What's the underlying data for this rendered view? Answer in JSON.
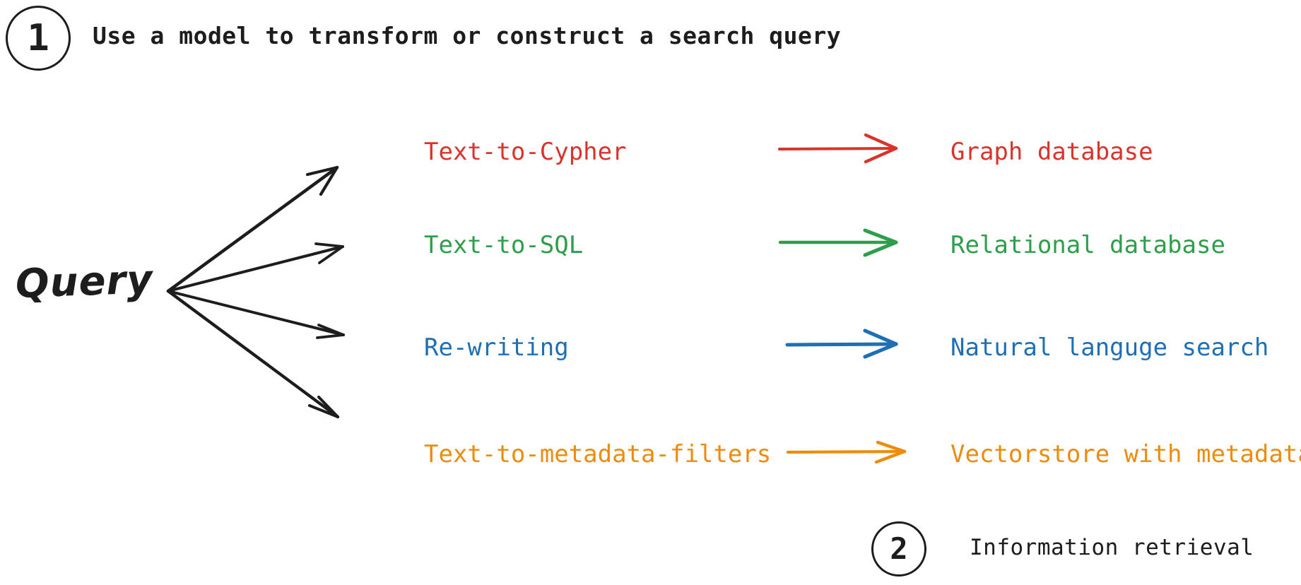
{
  "steps": [
    {
      "number": "1",
      "caption": "Use a model to transform or construct a search query"
    },
    {
      "number": "2",
      "caption": "Information retrieval"
    }
  ],
  "source": {
    "label": "Query"
  },
  "colors": {
    "ink": "#1d1d1d",
    "red": "#d9342b",
    "green": "#2e9e4a",
    "blue": "#1f6fb5",
    "orange": "#ed8b0b"
  },
  "rows": [
    {
      "method": "Text-to-Cypher",
      "target": "Graph database",
      "color": "#d9342b",
      "arrow_icon": "arrow-right-icon"
    },
    {
      "method": "Text-to-SQL",
      "target": "Relational database",
      "color": "#2e9e4a",
      "arrow_icon": "arrow-right-icon"
    },
    {
      "method": "Re-writing",
      "target": "Natural languge search",
      "color": "#1f6fb5",
      "arrow_icon": "arrow-right-icon"
    },
    {
      "method": "Text-to-metadata-filters",
      "target": "Vectorstore with metadata",
      "color": "#ed8b0b",
      "arrow_icon": "arrow-right-icon"
    }
  ],
  "fan": {
    "icon": "fan-out-arrows-icon",
    "branch_count": 4
  }
}
